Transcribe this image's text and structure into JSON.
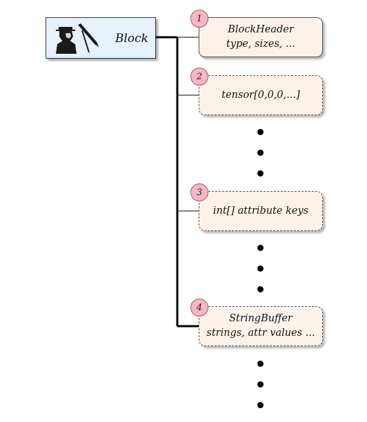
{
  "root": {
    "label": "Block"
  },
  "nodes": [
    {
      "badge": "1",
      "line1": "BlockHeader",
      "line2": "type, sizes, ..."
    },
    {
      "badge": "2",
      "line1": "tensor[0,0,0,...]",
      "line2": ""
    },
    {
      "badge": "3",
      "line1": "int[] attribute keys",
      "line2": ""
    },
    {
      "badge": "4",
      "line1": "StringBuffer",
      "line2": "strings, attr values ..."
    }
  ],
  "colors": {
    "root_fill": "#e6f1fb",
    "node_fill": "#fdf2ea",
    "badge_fill": "#f6b6c6"
  },
  "icons": {
    "root": "person-with-pen-icon"
  }
}
